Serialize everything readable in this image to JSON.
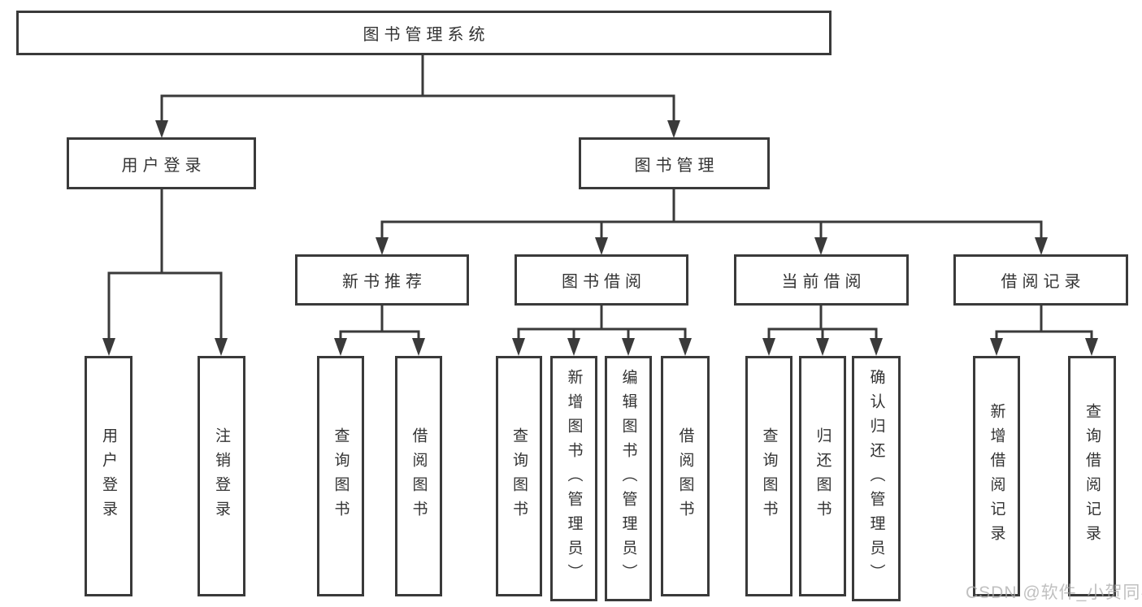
{
  "tree": {
    "root": {
      "label": "图书管理系统"
    },
    "branches": [
      {
        "label": "用户登录",
        "children": [
          {
            "label": "用户登录"
          },
          {
            "label": "注销登录"
          }
        ]
      },
      {
        "label": "图书管理",
        "children": [
          {
            "label": "新书推荐",
            "children": [
              {
                "label": "查询图书"
              },
              {
                "label": "借阅图书"
              }
            ]
          },
          {
            "label": "图书借阅",
            "children": [
              {
                "label": "查询图书"
              },
              {
                "label": "新增图书（管理员）"
              },
              {
                "label": "编辑图书（管理员）"
              },
              {
                "label": "借阅图书"
              }
            ]
          },
          {
            "label": "当前借阅",
            "children": [
              {
                "label": "查询图书"
              },
              {
                "label": "归还图书"
              },
              {
                "label": "确认归还（管理员）"
              }
            ]
          },
          {
            "label": "借阅记录",
            "children": [
              {
                "label": "新增借阅记录"
              },
              {
                "label": "查询借阅记录"
              }
            ]
          }
        ]
      }
    ]
  },
  "watermark": {
    "text": "CSDN @软件_小贺同学"
  },
  "colors": {
    "line": "#3a3a3a",
    "text": "#333333",
    "watermark": "#ababab",
    "background": "#ffffff"
  }
}
